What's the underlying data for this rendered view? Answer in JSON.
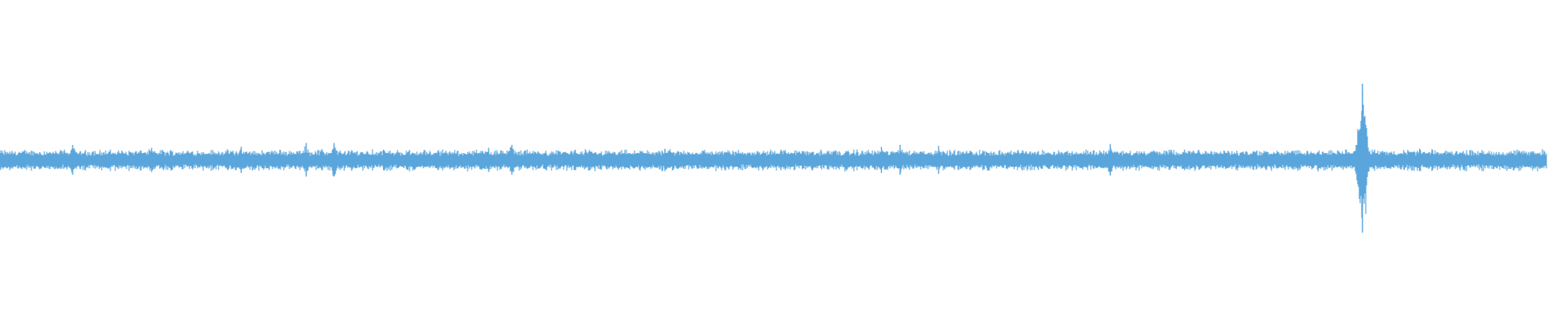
{
  "chart_data": {
    "type": "area",
    "title": "",
    "xlabel": "",
    "ylabel": "",
    "axes_visible": false,
    "grid": false,
    "legend": "none",
    "color": "#5aa6dc",
    "background": "#ffffff",
    "xlim": [
      0,
      1
    ],
    "ylim": [
      -1,
      1
    ],
    "baseline_amplitude": 0.045,
    "series": [
      {
        "peaks": [
          {
            "x": 0.047,
            "amplitude": 0.08
          },
          {
            "x": 0.098,
            "amplitude": 0.065
          },
          {
            "x": 0.156,
            "amplitude": 0.07
          },
          {
            "x": 0.198,
            "amplitude": 0.09
          },
          {
            "x": 0.216,
            "amplitude": 0.09
          },
          {
            "x": 0.248,
            "amplitude": 0.055
          },
          {
            "x": 0.316,
            "amplitude": 0.065
          },
          {
            "x": 0.331,
            "amplitude": 0.08
          },
          {
            "x": 0.372,
            "amplitude": 0.055
          },
          {
            "x": 0.43,
            "amplitude": 0.06
          },
          {
            "x": 0.505,
            "amplitude": 0.055
          },
          {
            "x": 0.57,
            "amplitude": 0.07
          },
          {
            "x": 0.582,
            "amplitude": 0.08
          },
          {
            "x": 0.607,
            "amplitude": 0.075
          },
          {
            "x": 0.718,
            "amplitude": 0.085
          },
          {
            "x": 0.766,
            "amplitude": 0.055
          },
          {
            "x": 0.881,
            "amplitude": 0.4
          },
          {
            "x": 0.918,
            "amplitude": 0.06
          }
        ]
      }
    ]
  }
}
